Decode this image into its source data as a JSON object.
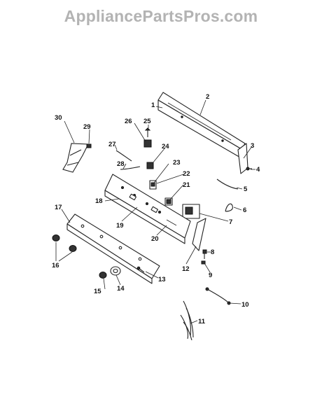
{
  "watermark": "AppliancePartsPros.com",
  "callouts": {
    "c1": "1",
    "c2": "2",
    "c3": "3",
    "c4": "4",
    "c5": "5",
    "c6": "6",
    "c7": "7",
    "c8": "8",
    "c9": "9",
    "c10": "10",
    "c11": "11",
    "c12": "12",
    "c13": "13",
    "c14": "14",
    "c15": "15",
    "c16": "16",
    "c17": "17",
    "c18": "18",
    "c19": "19",
    "c20": "20",
    "c21": "21",
    "c22": "22",
    "c23": "23",
    "c24": "24",
    "c25": "25",
    "c26": "26",
    "c27": "27",
    "c28": "28",
    "c29": "29",
    "c30": "30"
  }
}
